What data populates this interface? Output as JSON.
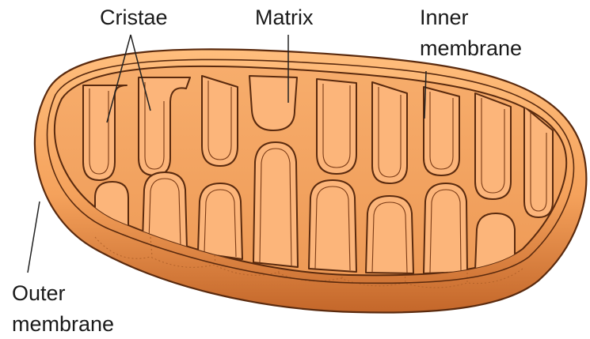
{
  "figure": {
    "labels": {
      "cristae": "Cristae",
      "matrix": "Matrix",
      "inner_membrane_line1": "Inner",
      "inner_membrane_line2": "membrane",
      "outer_membrane_line1": "Outer",
      "outer_membrane_line2": "membrane"
    }
  },
  "colors": {
    "background": "#ffffff",
    "outer_shell_light": "#ffbe7d",
    "outer_shell_dark": "#c4672a",
    "matrix_fill": "#f3a262",
    "cristae_fill": "#fcb57a",
    "membrane_line": "#5a2a0e",
    "leader_line": "#222222"
  }
}
